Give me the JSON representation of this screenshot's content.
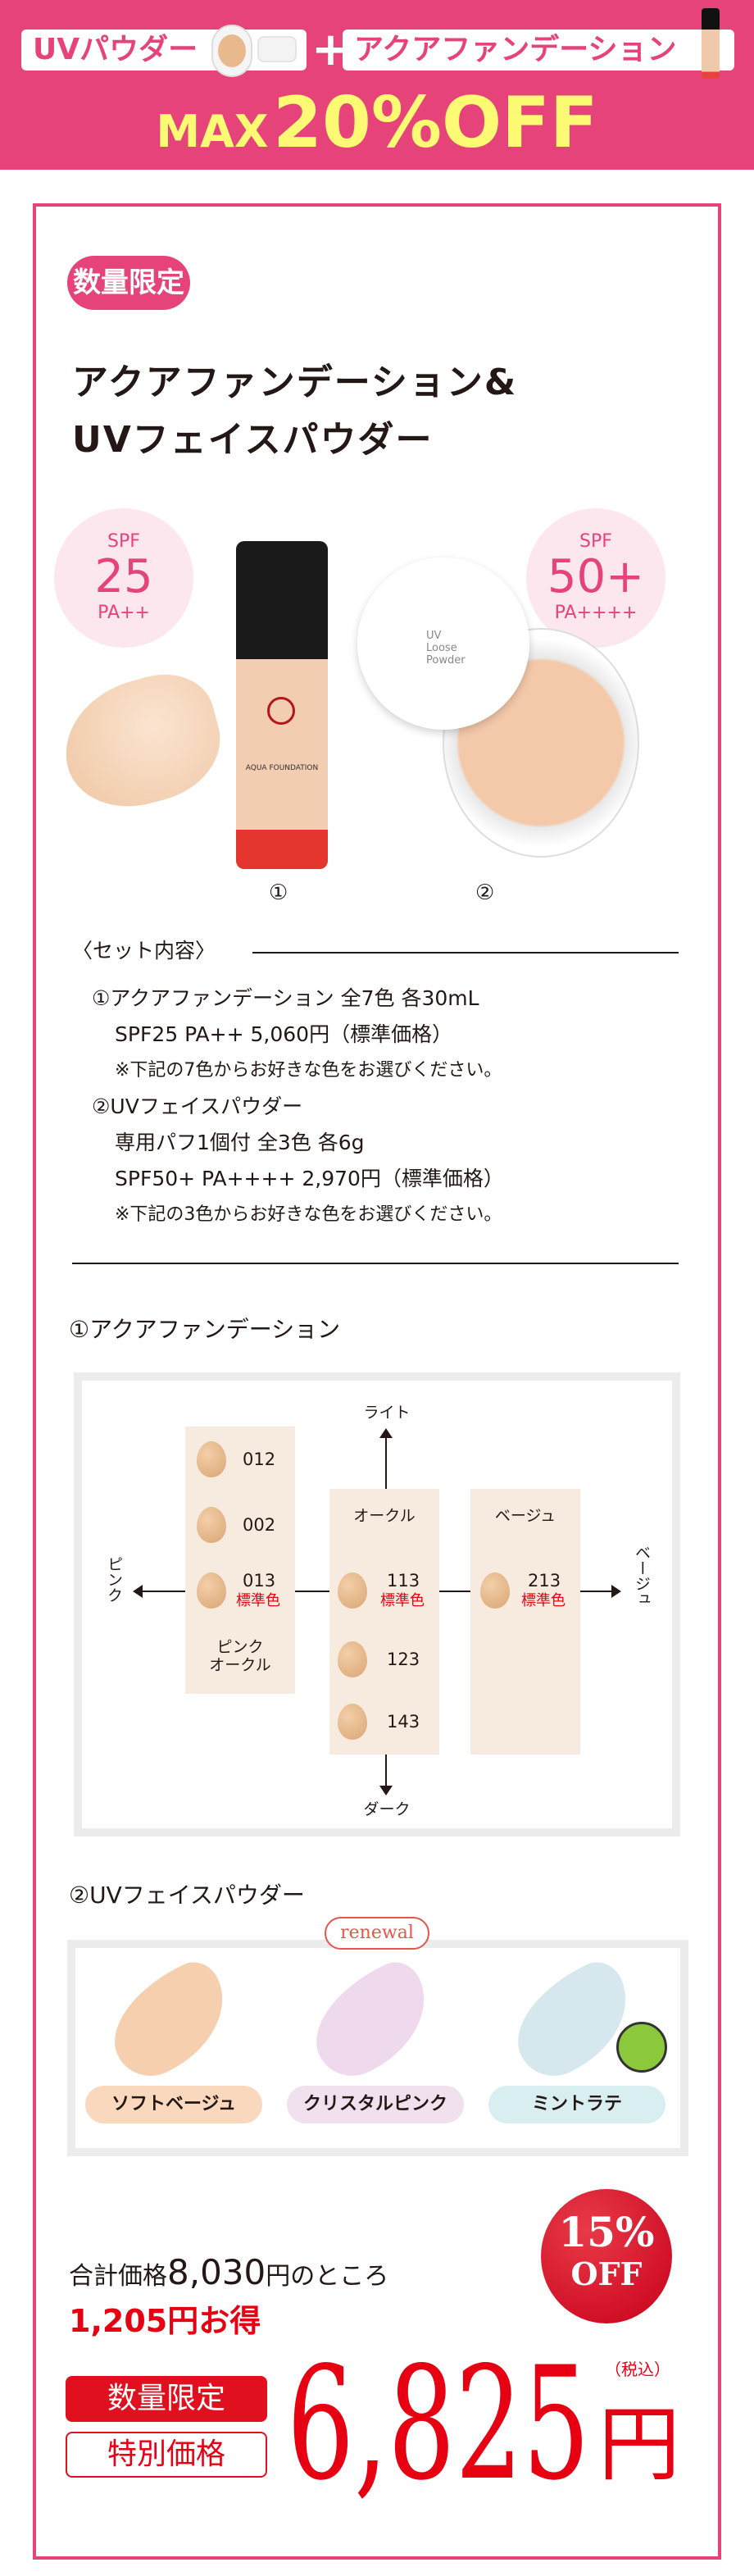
{
  "banner": {
    "powder_label": "UVパウダー",
    "plus": "+",
    "foundation_label": "アクアファンデーション",
    "max": "MAX",
    "discount": "20%OFF"
  },
  "badge": "数量限定",
  "title": [
    "アクアファンデーション&",
    "UVフェイスパウダー"
  ],
  "spf_left": {
    "spf": "SPF",
    "value": "25",
    "pa": "PA++"
  },
  "spf_right": {
    "spf": "SPF",
    "value": "50+",
    "pa": "PA++++"
  },
  "product_numbers": [
    "①",
    "②"
  ],
  "bottle_text": "AQUA FOUNDATION",
  "jar_text": [
    "UV",
    "Loose",
    "Powder"
  ],
  "set": {
    "heading": "〈セット内容〉",
    "lines": [
      "①アクアファンデーション 全7色 各30mL",
      "SPF25 PA++ 5,060円（標準価格）",
      "※下記の7色からお好きな色をお選びください。",
      "②UVフェイスパウダー",
      "専用パフ1個付 全3色 各6g",
      "SPF50+ PA++++ 2,970円（標準価格）",
      "※下記の3色からお好きな色をお選びください。"
    ]
  },
  "foundation": {
    "heading": "①アクアファンデーション",
    "axis": {
      "top": "ライト",
      "bottom": "ダーク",
      "left": "ピンク",
      "right": "ベージュ"
    },
    "columns": [
      {
        "label": "ピンクオークル",
        "label_lines": [
          "ピンク",
          "オークル"
        ],
        "shades": [
          "012",
          "002",
          "013"
        ]
      },
      {
        "label": "オークル",
        "shades": [
          "113",
          "123",
          "143"
        ]
      },
      {
        "label": "ベージュ",
        "shades": [
          "213"
        ]
      }
    ],
    "standard": "標準色"
  },
  "powder": {
    "heading": "②UVフェイスパウダー",
    "renewal": "renewal",
    "colors": [
      {
        "name": "ソフトベージュ",
        "color": "#f9d7bd"
      },
      {
        "name": "クリスタルピンク",
        "color": "#f0e1ee"
      },
      {
        "name": "ミントラテ",
        "color": "#d9eef0"
      }
    ]
  },
  "price": {
    "total_prefix": "合計価格",
    "total": "8,030",
    "total_suffix": "円のところ",
    "savings": "1,205円お得",
    "off_pct": "15%",
    "off": "OFF",
    "limited": "数量限定",
    "special": "特別価格",
    "final": "6,825",
    "yen": "円",
    "tax": "（税込）"
  }
}
